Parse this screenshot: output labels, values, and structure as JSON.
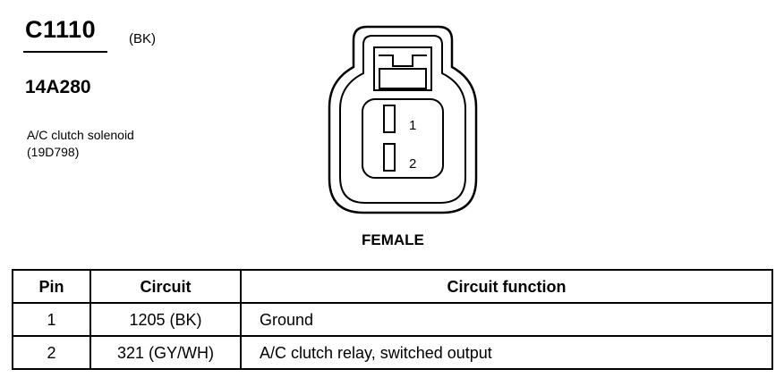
{
  "connector": {
    "id": "C1110",
    "color": "(BK)",
    "harness": "14A280",
    "component_name": "A/C clutch solenoid",
    "component_part": "(19D798)",
    "gender": "FEMALE",
    "pin_labels": [
      "1",
      "2"
    ]
  },
  "table": {
    "headers": [
      "Pin",
      "Circuit",
      "Circuit function"
    ],
    "rows": [
      {
        "pin": "1",
        "circuit": "1205 (BK)",
        "function": "Ground"
      },
      {
        "pin": "2",
        "circuit": "321 (GY/WH)",
        "function": "A/C clutch relay, switched output"
      }
    ]
  }
}
